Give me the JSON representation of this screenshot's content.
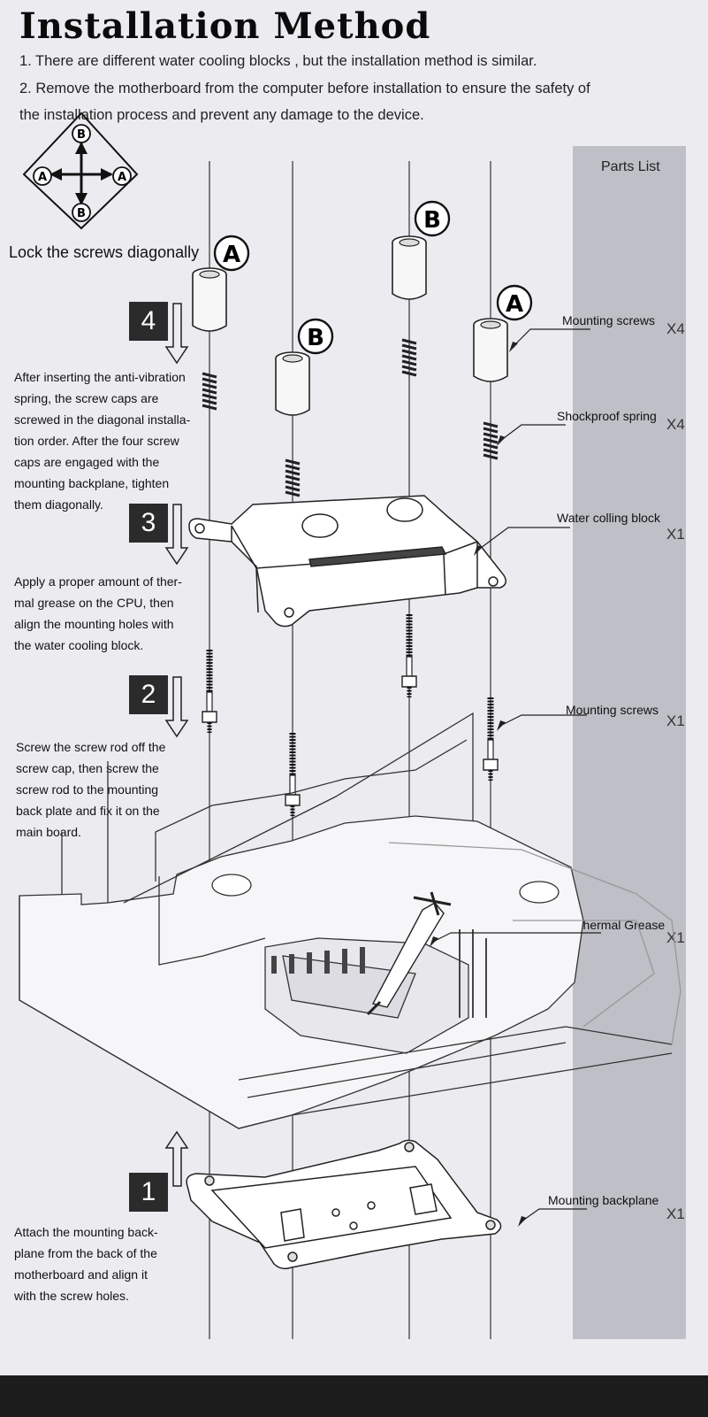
{
  "title": "Installation Method",
  "intro": [
    "1. There are different water cooling blocks , but the installation method is similar.",
    "2. Remove the motherboard from the computer before installation to ensure the safety of",
    "the installation process and prevent any damage to the device."
  ],
  "lock": {
    "label": "Lock the screws diagonally",
    "letters": {
      "a": "A",
      "b": "B"
    }
  },
  "parts_list": {
    "title": "Parts List",
    "items": [
      {
        "name": "Mounting screws",
        "qty": "X4"
      },
      {
        "name": "Shockproof spring",
        "qty": "X4"
      },
      {
        "name": "Water colling block",
        "qty": "X1"
      },
      {
        "name": "Mounting screws",
        "qty": "X1"
      },
      {
        "name": "Thermal Grease",
        "qty": "X1"
      },
      {
        "name": "Mounting backplane",
        "qty": "X1"
      }
    ]
  },
  "steps": [
    {
      "number": "4",
      "text": "After inserting the anti-vibration\nspring, the screw caps are\nscrewed in the diagonal installa-\ntion order. After the four screw\ncaps are engaged with the\nmounting backplane, tighten\nthem diagonally."
    },
    {
      "number": "3",
      "text": "Apply a proper amount of ther-\nmal grease on the CPU, then\nalign the mounting holes with\nthe water cooling block."
    },
    {
      "number": "2",
      "text": "Screw the screw rod off the\nscrew cap, then screw the\nscrew rod to the mounting\nback plate and fix it on the\nmain board."
    },
    {
      "number": "1",
      "text": "Attach the mounting back-\nplane from the back of the\nmotherboard and align it\nwith the screw holes."
    }
  ],
  "colors": {
    "background": "#ececf0",
    "panel": "#bebfc7",
    "step_box": "#2b2b2b",
    "footer": "#1c1c1c"
  }
}
